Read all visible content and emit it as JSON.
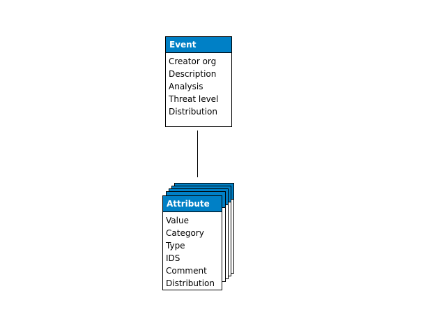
{
  "event": {
    "title": "Event",
    "fields": [
      "Creator org",
      "Description",
      "Analysis",
      "Threat level",
      "Distribution"
    ]
  },
  "attribute": {
    "title": "Attribute",
    "fields": [
      "Value",
      "Category",
      "Type",
      "IDS",
      "Comment",
      "Distribution"
    ]
  },
  "colors": {
    "header": "#0080c6",
    "header_text": "#ffffff",
    "border": "#000000"
  }
}
